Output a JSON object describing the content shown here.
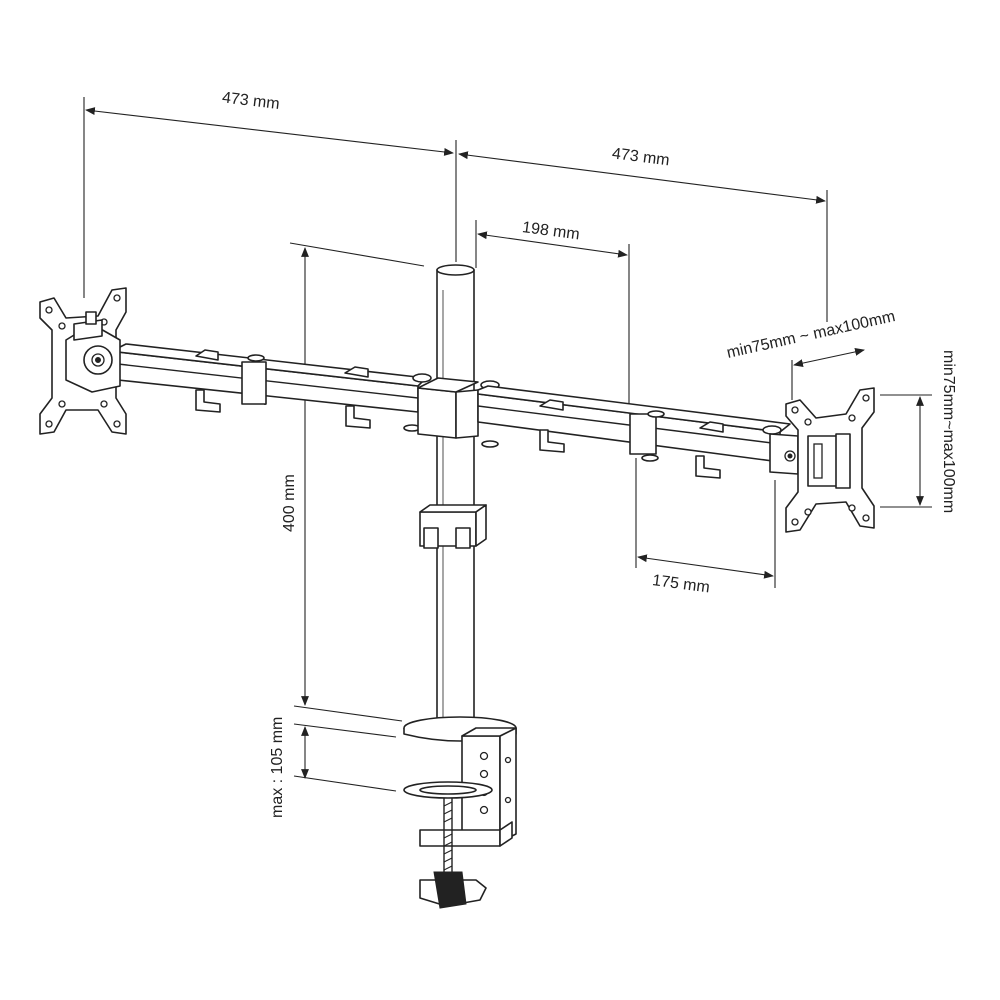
{
  "dimensions": {
    "left_arm_span": "473 mm",
    "right_arm_span": "473 mm",
    "arm_segment": "198 mm",
    "right_segment": "175 mm",
    "pole_height": "400 mm",
    "clamp_opening": "max : 105 mm",
    "vesa_horizontal": "min75mm ~ max100mm",
    "vesa_vertical": "min75mm~max100mm"
  },
  "colors": {
    "line": "#222222",
    "background": "#ffffff"
  }
}
